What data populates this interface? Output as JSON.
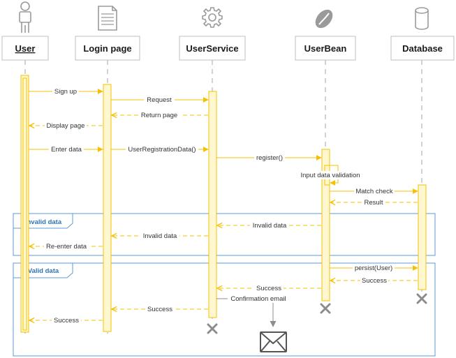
{
  "colors": {
    "message": "#f5c000",
    "activation_fill": "#fff7d0",
    "participant_border": "#bfbfbf",
    "fragment_border": "#5b9bd5",
    "fragment_label": "#2e75b6",
    "icon": "#9a9a9a",
    "lifeline": "#a6a6a6"
  },
  "participants": [
    {
      "id": "user",
      "label": "User",
      "icon": "actor-icon"
    },
    {
      "id": "login",
      "label": "Login page",
      "icon": "document-icon"
    },
    {
      "id": "service",
      "label": "UserService",
      "icon": "gear-icon"
    },
    {
      "id": "bean",
      "label": "UserBean",
      "icon": "coffee-bean-icon"
    },
    {
      "id": "db",
      "label": "Database",
      "icon": "database-icon"
    }
  ],
  "fragments": [
    {
      "id": "invalid",
      "label": "Invalid data"
    },
    {
      "id": "valid",
      "label": "Valid data"
    }
  ],
  "messages": [
    {
      "id": "m1",
      "label": "Sign up",
      "from": "user",
      "to": "login",
      "style": "solid"
    },
    {
      "id": "m2",
      "label": "Request",
      "from": "login",
      "to": "service",
      "style": "solid"
    },
    {
      "id": "m3",
      "label": "Return page",
      "from": "service",
      "to": "login",
      "style": "dashed"
    },
    {
      "id": "m4",
      "label": "Display page",
      "from": "login",
      "to": "user",
      "style": "dashed"
    },
    {
      "id": "m5",
      "label": "Enter data",
      "from": "user",
      "to": "login",
      "style": "solid"
    },
    {
      "id": "m6",
      "label": "UserRegistrationData()",
      "from": "login",
      "to": "service",
      "style": "solid"
    },
    {
      "id": "m7",
      "label": "register()",
      "from": "service",
      "to": "bean",
      "style": "solid"
    },
    {
      "id": "m8",
      "label": "Input data validation",
      "from": "bean",
      "to": "bean",
      "style": "self"
    },
    {
      "id": "m9",
      "label": "Match check",
      "from": "bean",
      "to": "db",
      "style": "solid"
    },
    {
      "id": "m10",
      "label": "Result",
      "from": "db",
      "to": "bean",
      "style": "dashed"
    },
    {
      "id": "m11",
      "label": "Invalid data",
      "from": "bean",
      "to": "service",
      "style": "dashed"
    },
    {
      "id": "m12",
      "label": "Invalid data",
      "from": "service",
      "to": "login",
      "style": "dashed"
    },
    {
      "id": "m13",
      "label": "Re-enter data",
      "from": "login",
      "to": "user",
      "style": "dashed"
    },
    {
      "id": "m14",
      "label": "persist(User)",
      "from": "bean",
      "to": "db",
      "style": "solid"
    },
    {
      "id": "m15",
      "label": "Success",
      "from": "db",
      "to": "bean",
      "style": "dashed"
    },
    {
      "id": "m16",
      "label": "Success",
      "from": "bean",
      "to": "service",
      "style": "dashed"
    },
    {
      "id": "m17",
      "label": "Success",
      "from": "service",
      "to": "login",
      "style": "dashed"
    },
    {
      "id": "m18",
      "label": "Success",
      "from": "login",
      "to": "user",
      "style": "dashed"
    }
  ],
  "notification": {
    "label": "Confirmation email",
    "icon": "envelope-icon"
  },
  "terminations": [
    "service",
    "bean",
    "db"
  ]
}
